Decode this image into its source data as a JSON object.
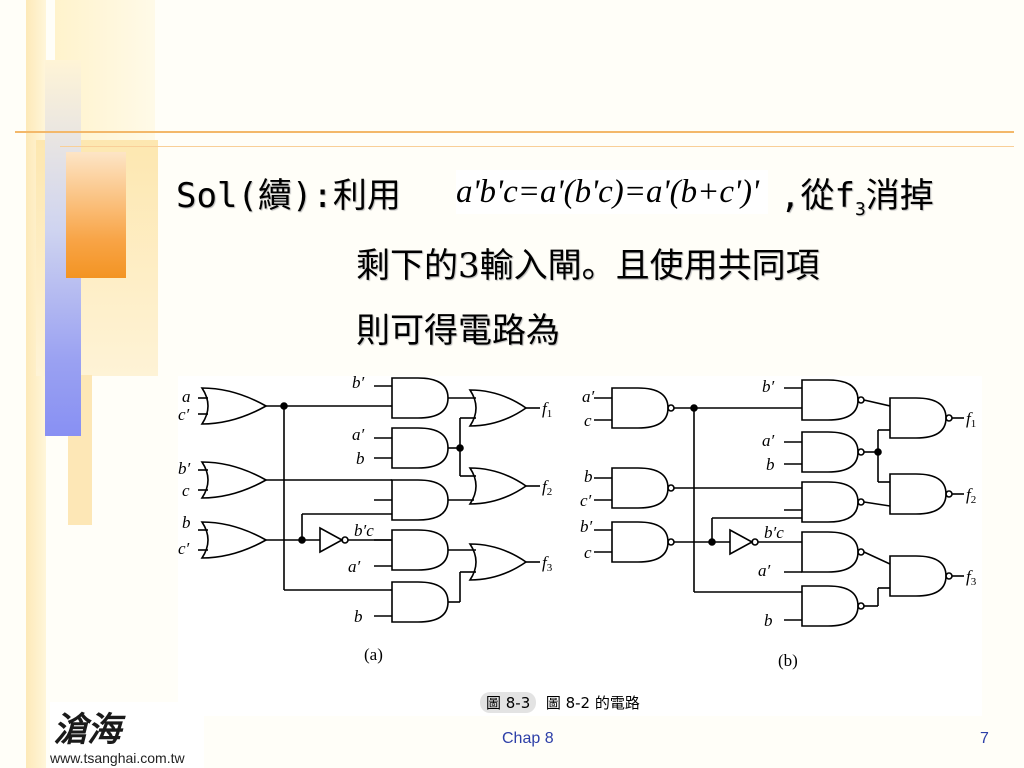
{
  "slide": {
    "sol_prefix": "Sol(續):利用",
    "formula": "a'b'c=a'(b'c)=a'(b+c')'",
    "after_formula_comma": ",從f",
    "after_formula_sub": "3",
    "after_formula_rest": "消掉",
    "line2": "剩下的3輸入閘。且使用共同項",
    "line3": "則可得電路為"
  },
  "figure": {
    "panel_a_label": "(a)",
    "panel_b_label": "(b)",
    "caption_num": "圖 8-3",
    "caption_text": "圖 8-2 的電路",
    "labels": {
      "a": "a",
      "c_prime": "c′",
      "b_prime": "b′",
      "c": "c",
      "b": "b",
      "a_prime": "a′",
      "b_prime_c": "b′c",
      "f1": "f",
      "f2": "f",
      "f3": "f",
      "sub1": "1",
      "sub2": "2",
      "sub3": "3"
    }
  },
  "logo": {
    "mark": "滄海",
    "url": "www.tsanghai.com.tw"
  },
  "footer": {
    "chapter": "Chap 8",
    "page": "7"
  },
  "colors": {
    "footer_text": "#2d3fa8",
    "accent_orange": "#f39423",
    "accent_blue": "#8890f3",
    "rule": "#f3b86a"
  }
}
